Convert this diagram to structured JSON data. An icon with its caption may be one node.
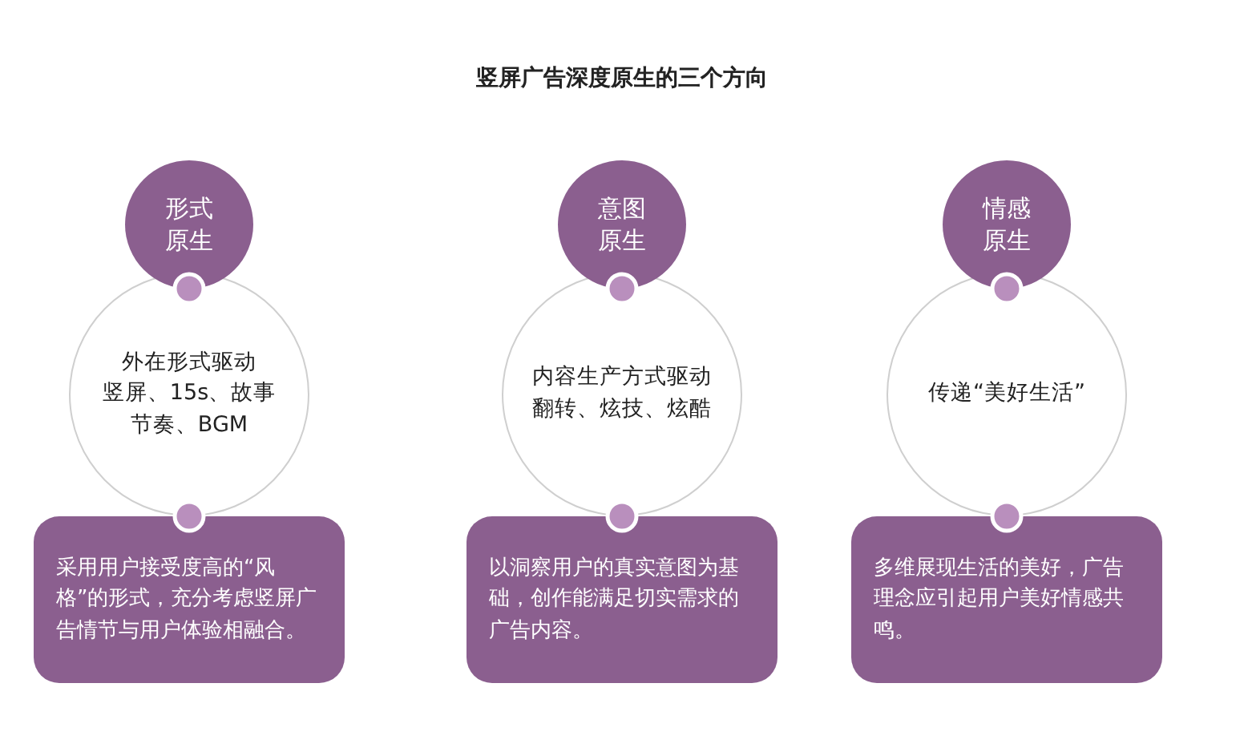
{
  "diagram": {
    "title": "竖屏广告深度原生的三个方向",
    "nodes": [
      {
        "text": [
          "形式原生"
        ]
      },
      {
        "text": [
          "外在形式驱动",
          "竖屏、15s、故事节奏、BGM"
        ]
      },
      {
        "text": [
          "采用用户接受度高的“风格”的形式，充分考虑竖屏广告情节与用户体验相融合。"
        ]
      },
      {
        "text": [
          "意图原生"
        ]
      },
      {
        "text": [
          "内容生产方式驱动",
          "翻转、炫技、炫酷"
        ]
      },
      {
        "text": [
          "以洞察用户的真实意图为基础，创作能满足切实需求的广告内容。"
        ]
      },
      {
        "text": [
          "情感原生"
        ]
      },
      {
        "text": [
          "传递“美好生活”"
        ]
      },
      {
        "text": [
          "多维展现生活的美好，广告理念应引起用户美好情感共鸣。"
        ]
      }
    ]
  }
}
